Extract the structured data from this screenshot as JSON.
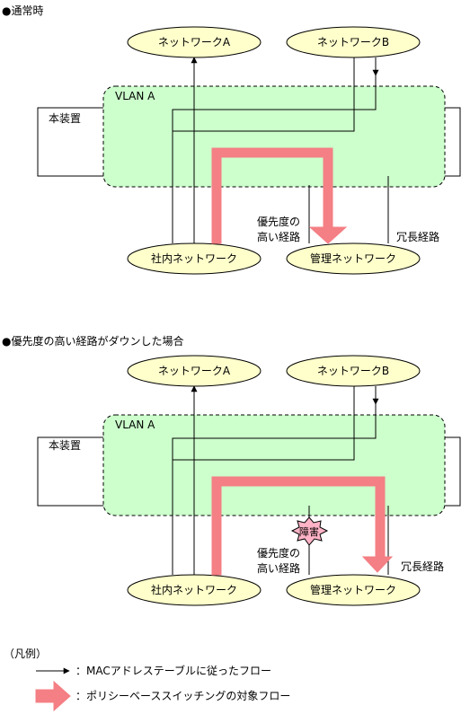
{
  "colors": {
    "ellipse_fill": "#ffffcc",
    "vlan_fill": "#ccffcc",
    "flow_arrow": "#f47f84",
    "fault_fill": "#ffb3c6",
    "line": "#000000"
  },
  "sections": [
    {
      "heading": "●通常時",
      "network_a": "ネットワークA",
      "network_b": "ネットワークB",
      "vlan": "VLAN A",
      "device": "本装置",
      "internal": "社内ネットワーク",
      "management": "管理ネットワーク",
      "priority_line1": "優先度の",
      "priority_line2": "高い経路",
      "redundant": "冗長経路"
    },
    {
      "heading": "●優先度の高い経路がダウンした場合",
      "network_a": "ネットワークA",
      "network_b": "ネットワークB",
      "vlan": "VLAN A",
      "device": "本装置",
      "internal": "社内ネットワーク",
      "management": "管理ネットワーク",
      "priority_line1": "優先度の",
      "priority_line2": "高い経路",
      "redundant": "冗長経路",
      "fault": "障害"
    }
  ],
  "legend": {
    "title": "（凡例）",
    "mac_flow": "：MACアドレステーブルに従ったフロー",
    "policy_flow": "：ポリシーベーススイッチングの対象フロー"
  }
}
